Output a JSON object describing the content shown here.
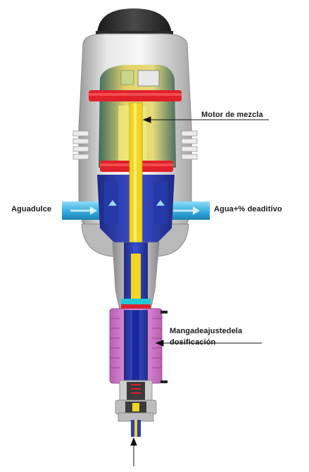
{
  "labels": {
    "motor": "Motor de mezcla",
    "inlet": "Aguadulce",
    "outlet": "Agua+% deaditivo",
    "sleeve": "Mangadeajustedela dosificación"
  },
  "colors": {
    "housing": "#d4d4d4",
    "cap": "#2e2e2e",
    "motor_chamber": "#e8da6a",
    "ring": "#e0202a",
    "piston": "#2d3fb3",
    "inlet_pipe": "#3bb3e0",
    "sleeve": "#e58ad8",
    "plunger_rod": "#f2d520"
  }
}
